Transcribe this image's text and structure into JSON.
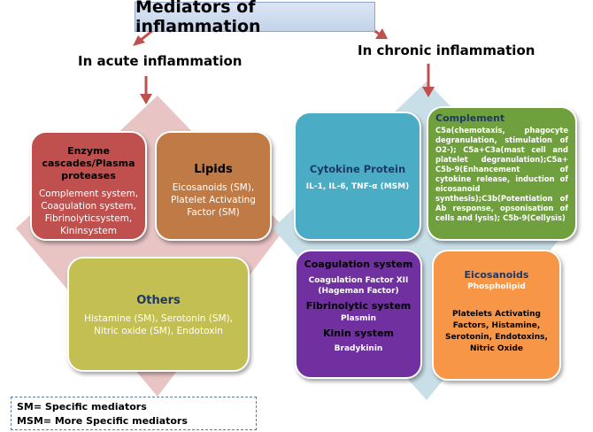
{
  "title": "Mediators of inflammation",
  "acute": {
    "heading": "In acute inflammation",
    "enzyme": {
      "title": "Enzyme cascades/Plasma proteases",
      "body": "Complement system, Coagulation system, Fibrinolyticsystem, Kininsystem"
    },
    "lipids": {
      "title": "Lipids",
      "body": "Eicosanoids (SM), Platelet Activating Factor (SM)"
    },
    "others": {
      "title": "Others",
      "body": "Histamine (SM), Serotonin (SM), Nitric oxide (SM), Endotoxin"
    }
  },
  "chronic": {
    "heading": "In chronic inflammation",
    "cytokine": {
      "title": "Cytokine Protein",
      "body": "IL-1, IL-6, TNF-α (MSM)"
    },
    "complement": {
      "title": "Complement",
      "body": "C5a(chemotaxis, phagocyte degranulation, stimulation of O2-); C5a+C3a(mast cell and platelet degranulation);C5a+ C5b-9(Enhancement of cytokine release, induction of eicosanoid synthesis);C3b(Potentiation of Ab response, opsonisation of cells and lysis); C5b-9(Cellysis)"
    },
    "coag": {
      "title": "Coagulation system",
      "sub1": "Coagulation Factor XII (Hageman Factor)",
      "title2": "Fibrinolytic system",
      "sub2": "Plasmin",
      "title3": "Kinin system",
      "sub3": "Bradykinin"
    },
    "eicosanoids": {
      "title": "Eicosanoids",
      "sub": "Phospholipid",
      "body": "Platelets Activating Factors, Histamine, Serotonin, Endotoxins, Nitric Oxide"
    }
  },
  "legend": {
    "line1": "SM= Specific mediators",
    "line2": "MSM= More Specific mediators"
  },
  "colors": {
    "enzyme": "#c0504d",
    "lipids": "#c07a45",
    "others": "#c3bf52",
    "cytokine": "#4bacc6",
    "complement": "#70a03d",
    "coag": "#7030a0",
    "eicosanoids": "#f79646",
    "arrow": "#c0504d",
    "diamond_left": "#e8c4c4",
    "diamond_right": "#c9dfe8"
  }
}
